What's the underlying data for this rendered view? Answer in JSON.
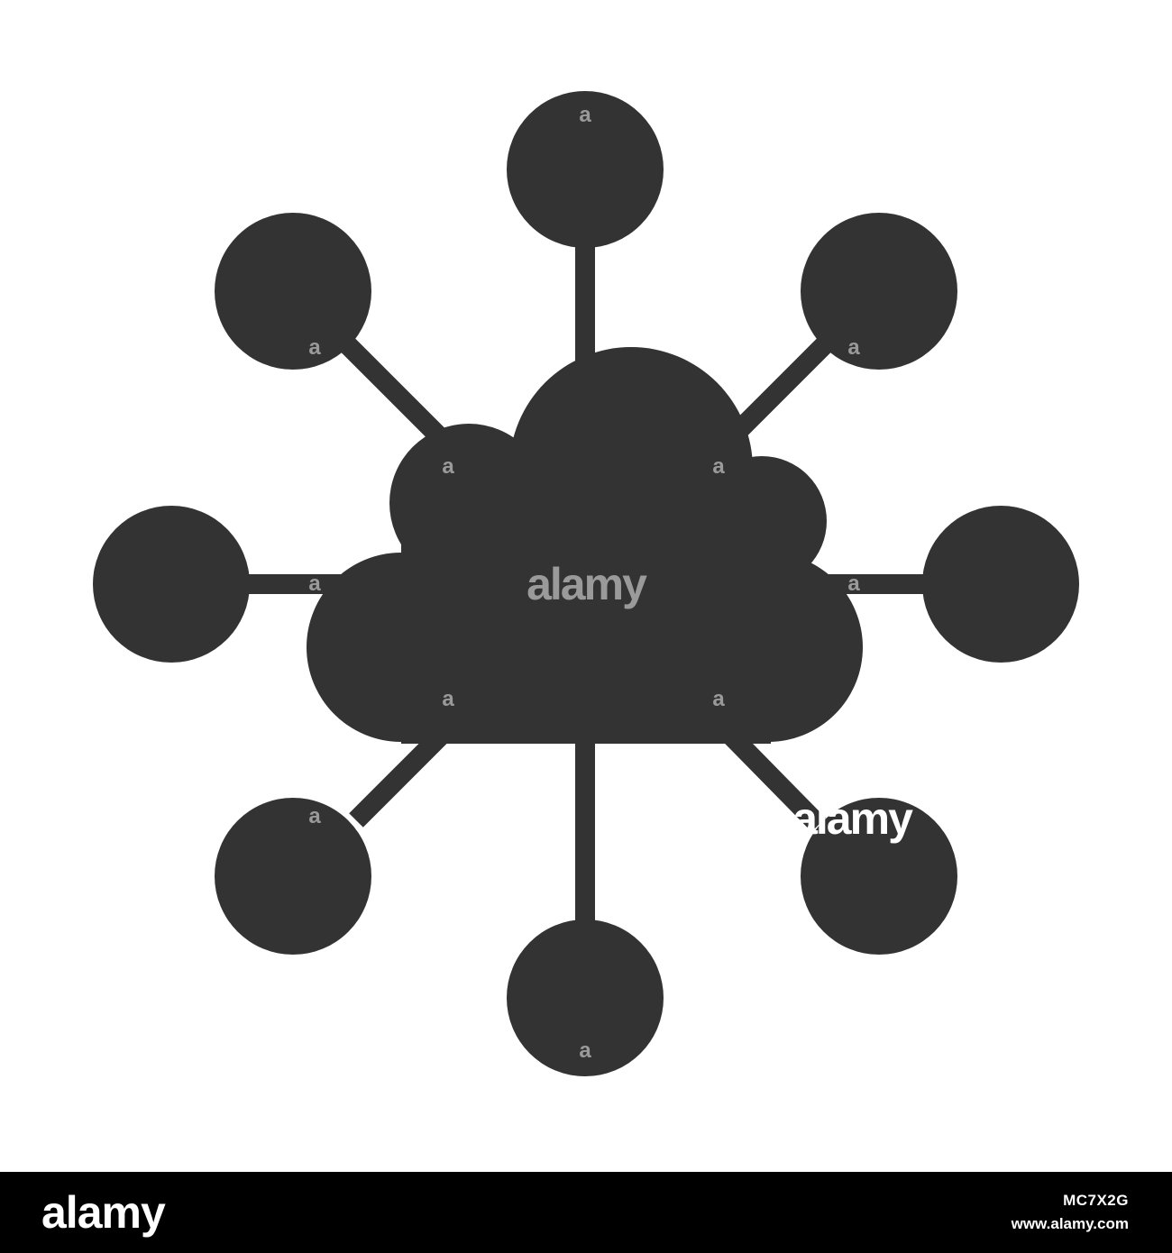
{
  "icon": {
    "name": "cloud-network-icon",
    "color": "#333333",
    "node_count": 8
  },
  "watermark": {
    "text": "alamy",
    "small_mark": "a",
    "color": "#9a9a9a"
  },
  "footer": {
    "background": "#000000",
    "logo": "alamy",
    "image_id": "MC7X2G",
    "url": "www.alamy.com"
  }
}
